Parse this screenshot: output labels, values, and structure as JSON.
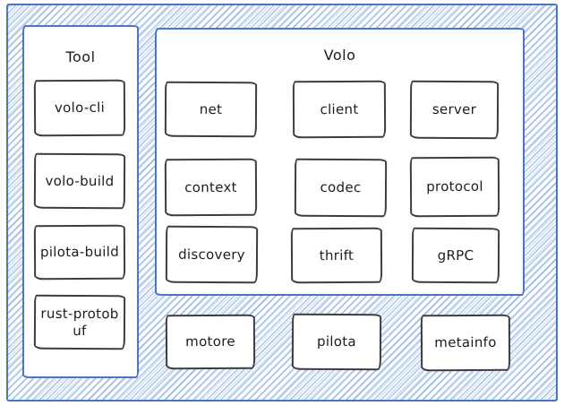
{
  "colors": {
    "frame_border": "#4b74ca",
    "hatch_line": "#9fc2ec",
    "panel_background": "#ffffff",
    "box_border": "#3d3d3d",
    "text": "#1c1c1c"
  },
  "tool_panel": {
    "title": "Tool",
    "boxes": [
      "volo-cli",
      "volo-build",
      "pilota-build",
      "rust-protobuf"
    ]
  },
  "volo_panel": {
    "title": "Volo",
    "boxes": [
      "net",
      "client",
      "server",
      "context",
      "codec",
      "protocol",
      "discovery",
      "thrift",
      "gRPC"
    ]
  },
  "standalone_boxes": [
    "motore",
    "pilota",
    "metainfo"
  ]
}
